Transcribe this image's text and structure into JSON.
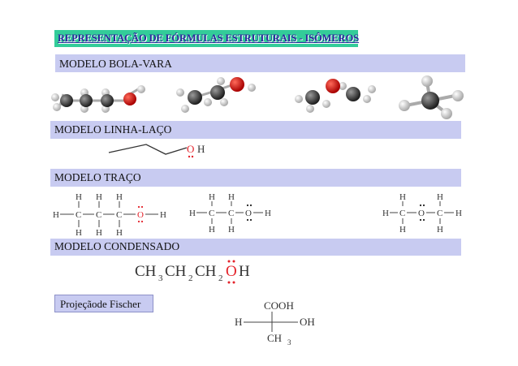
{
  "title": "REPRESENTAÇÃO DE FÓRMULAS ESTRUTURAIS - ISÔMEROS",
  "sections": {
    "ball_stick": "MODELO BOLA-VARA",
    "line": "MODELO LINHA-LAÇO",
    "trace": "MODELO TRAÇO",
    "condensed": "MODELO CONDENSADO",
    "fischer": "Projeçãode Fischer"
  },
  "line_formula": {
    "O": "O",
    "H": "H"
  },
  "trace_formulas": {
    "propanol": {
      "top": [
        "H",
        "H",
        "H"
      ],
      "middle": [
        "H",
        "C",
        "C",
        "C",
        "O",
        "H"
      ],
      "bottom": [
        "H",
        "H",
        "H"
      ]
    },
    "ethanol": {
      "top": [
        "H",
        "H"
      ],
      "middle": [
        "H",
        "C",
        "C",
        "O",
        "H"
      ],
      "bottom": [
        "H",
        "H"
      ]
    },
    "ether": {
      "top": [
        "H",
        "H"
      ],
      "middle": [
        "H",
        "C",
        "O",
        "C",
        "H"
      ],
      "bottom": [
        "H",
        "H"
      ]
    }
  },
  "condensed_formula": {
    "parts": [
      "CH",
      "3",
      "CH",
      "2",
      "CH",
      "2"
    ],
    "O": "O",
    "H": "H"
  },
  "fischer": {
    "top": "COOH",
    "left": "H",
    "right": "OH",
    "bottom": "CH",
    "bottom_sub": "3"
  },
  "colors": {
    "title_bg": "#33cc99",
    "title_text": "#2a2a9c",
    "section_bg": "#c8cbf1",
    "oxygen": "#e4222a"
  }
}
